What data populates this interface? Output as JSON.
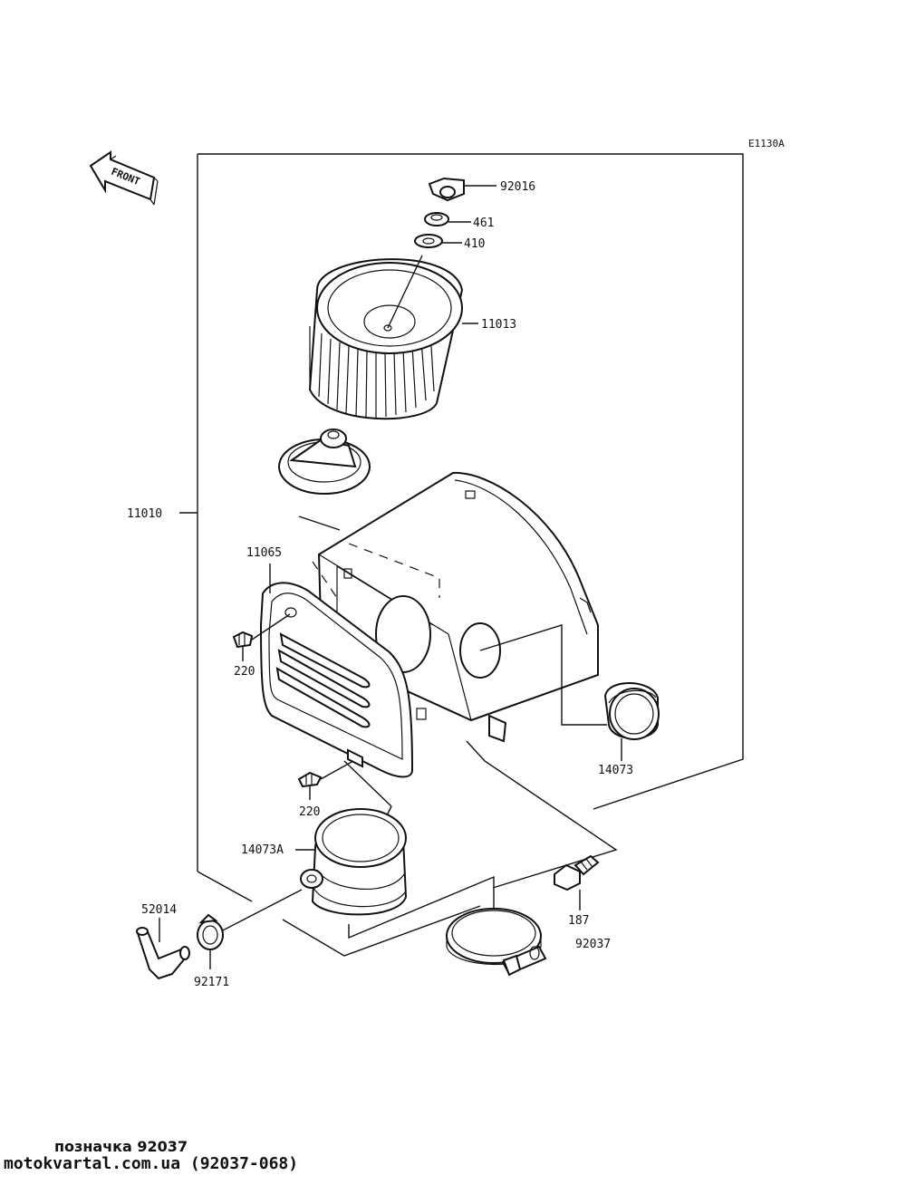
{
  "diagram": {
    "code": "E1130A",
    "front_label": "FRONT",
    "part_labels": {
      "p92016": "92016",
      "p461": "461",
      "p410": "410",
      "p11013": "11013",
      "p11010": "11010",
      "p11065": "11065",
      "p220a": "220",
      "p220b": "220",
      "p14073": "14073",
      "p14073a": "14073A",
      "p52014": "52014",
      "p92171": "92171",
      "p187": "187",
      "p92037": "92037"
    }
  },
  "footer": {
    "line1": "позначка 92037",
    "line2": "motokvartal.com.ua (92037-068)"
  }
}
